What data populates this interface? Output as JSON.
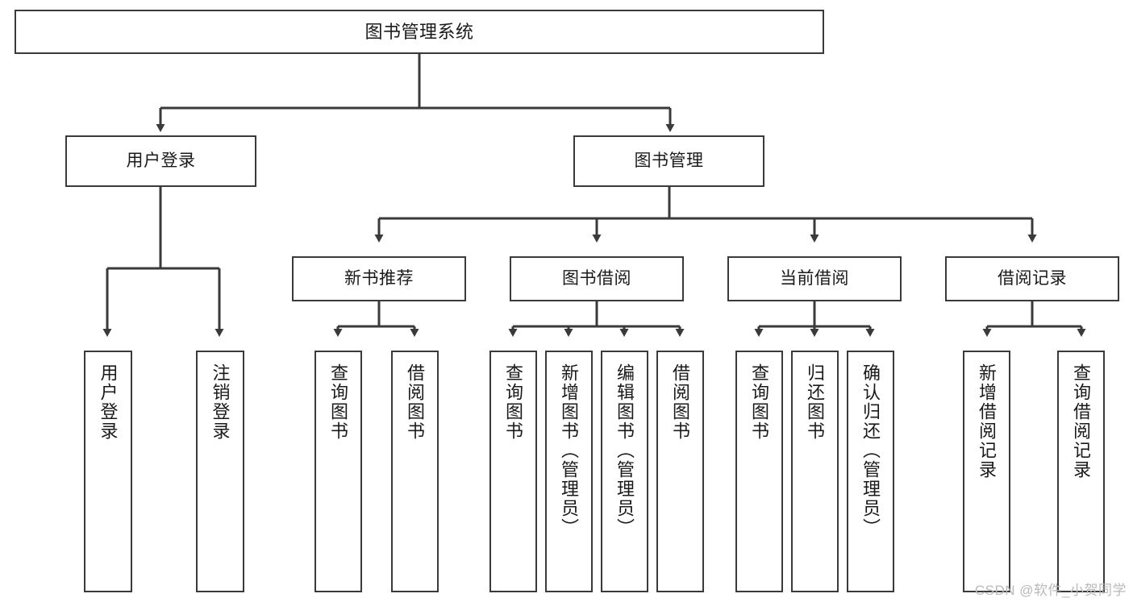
{
  "diagram": {
    "title": "图书管理系统",
    "type": "tree-hierarchy",
    "stroke_color": "#3a3a3a",
    "fill_color": "#ffffff",
    "text_color": "#1a1a1a"
  },
  "nodes": {
    "root": {
      "label": "图书管理系统"
    },
    "level2": [
      {
        "id": "user-login",
        "label": "用户登录"
      },
      {
        "id": "book-manage",
        "label": "图书管理"
      }
    ],
    "level3": [
      {
        "id": "new-book-rec",
        "label": "新书推荐"
      },
      {
        "id": "book-borrow",
        "label": "图书借阅"
      },
      {
        "id": "current-borrow",
        "label": "当前借阅"
      },
      {
        "id": "borrow-record",
        "label": "借阅记录"
      }
    ],
    "leaves": {
      "user-login": [
        {
          "id": "leaf-user-login",
          "label": "用户登录"
        },
        {
          "id": "leaf-user-logout",
          "label": "注销登录"
        }
      ],
      "new-book-rec": [
        {
          "id": "leaf-query-book-1",
          "label": "查询图书"
        },
        {
          "id": "leaf-borrow-book-1",
          "label": "借阅图书"
        }
      ],
      "book-borrow": [
        {
          "id": "leaf-query-book-2",
          "label": "查询图书"
        },
        {
          "id": "leaf-add-book",
          "label": "新增图书（管理员）"
        },
        {
          "id": "leaf-edit-book",
          "label": "编辑图书（管理员）"
        },
        {
          "id": "leaf-borrow-book-2",
          "label": "借阅图书"
        }
      ],
      "current-borrow": [
        {
          "id": "leaf-query-book-3",
          "label": "查询图书"
        },
        {
          "id": "leaf-return-book",
          "label": "归还图书"
        },
        {
          "id": "leaf-confirm-return",
          "label": "确认归还（管理员）"
        }
      ],
      "borrow-record": [
        {
          "id": "leaf-add-record",
          "label": "新增借阅记录"
        },
        {
          "id": "leaf-query-record",
          "label": "查询借阅记录"
        }
      ]
    }
  },
  "watermark": {
    "text": "CSDN @软件_小贺同学"
  }
}
